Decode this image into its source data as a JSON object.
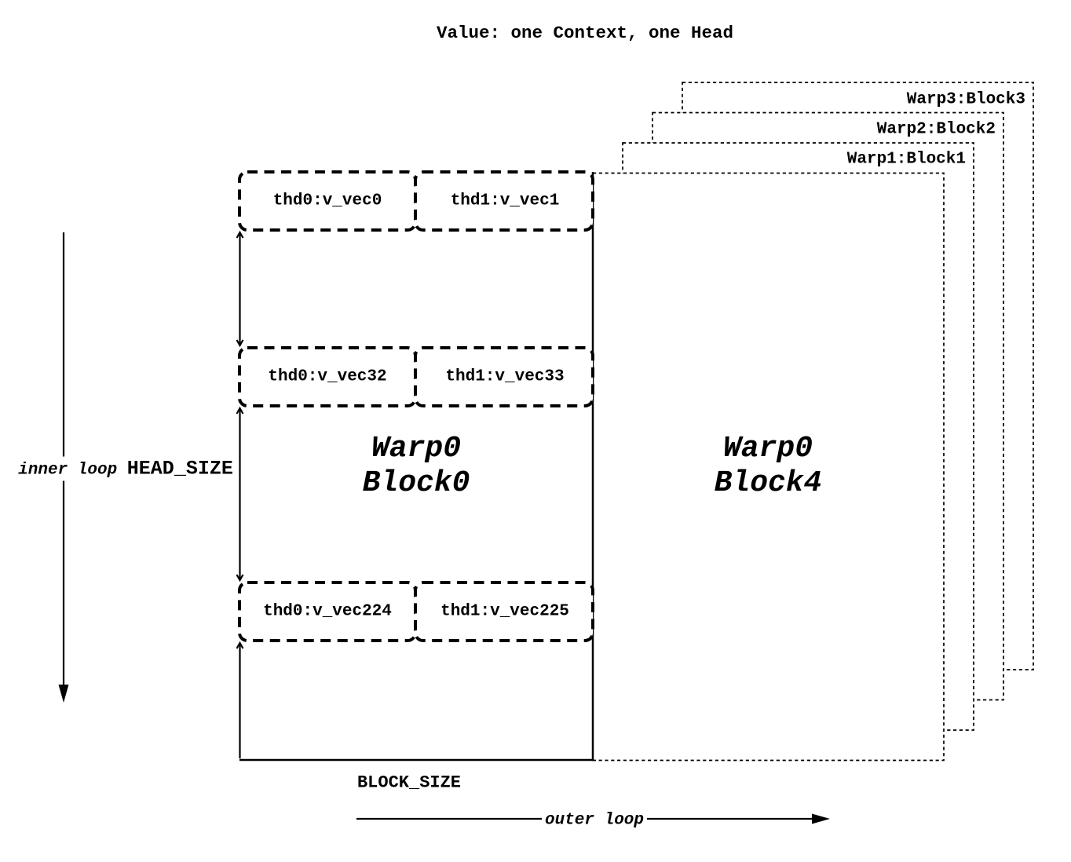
{
  "title": "Value: one Context, one Head",
  "stacked_blocks": [
    {
      "label": "Warp1:Block1"
    },
    {
      "label": "Warp2:Block2"
    },
    {
      "label": "Warp3:Block3"
    }
  ],
  "main_block": {
    "line1": "Warp0",
    "line2": "Block0"
  },
  "block4": {
    "line1": "Warp0",
    "line2": "Block4"
  },
  "thd_rows": [
    {
      "left": "thd0:v_vec0",
      "right": "thd1:v_vec1"
    },
    {
      "left": "thd0:v_vec32",
      "right": "thd1:v_vec33"
    },
    {
      "left": "thd0:v_vec224",
      "right": "thd1:v_vec225"
    }
  ],
  "axes": {
    "inner_loop": "inner loop",
    "head_size": "HEAD_SIZE",
    "block_size": "BLOCK_SIZE",
    "outer_loop": "outer loop"
  },
  "colors": {
    "ink": "#000000",
    "background": "#ffffff"
  }
}
